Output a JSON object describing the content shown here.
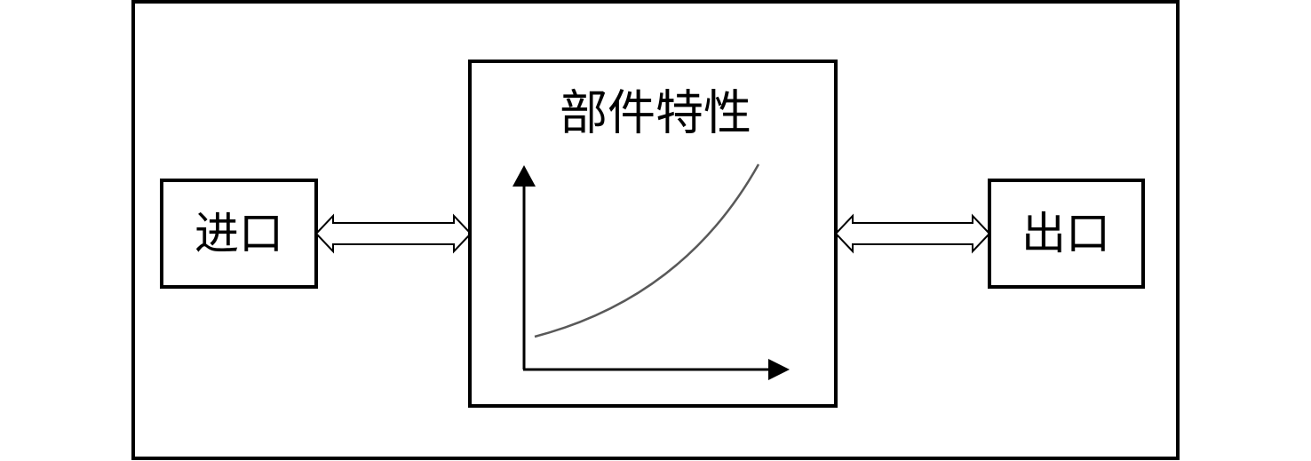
{
  "diagram": {
    "inlet_label": "进口",
    "outlet_label": "出口",
    "component_title": "部件特性"
  },
  "colors": {
    "stroke": "#000000",
    "curve": "#595959",
    "background": "#ffffff"
  }
}
